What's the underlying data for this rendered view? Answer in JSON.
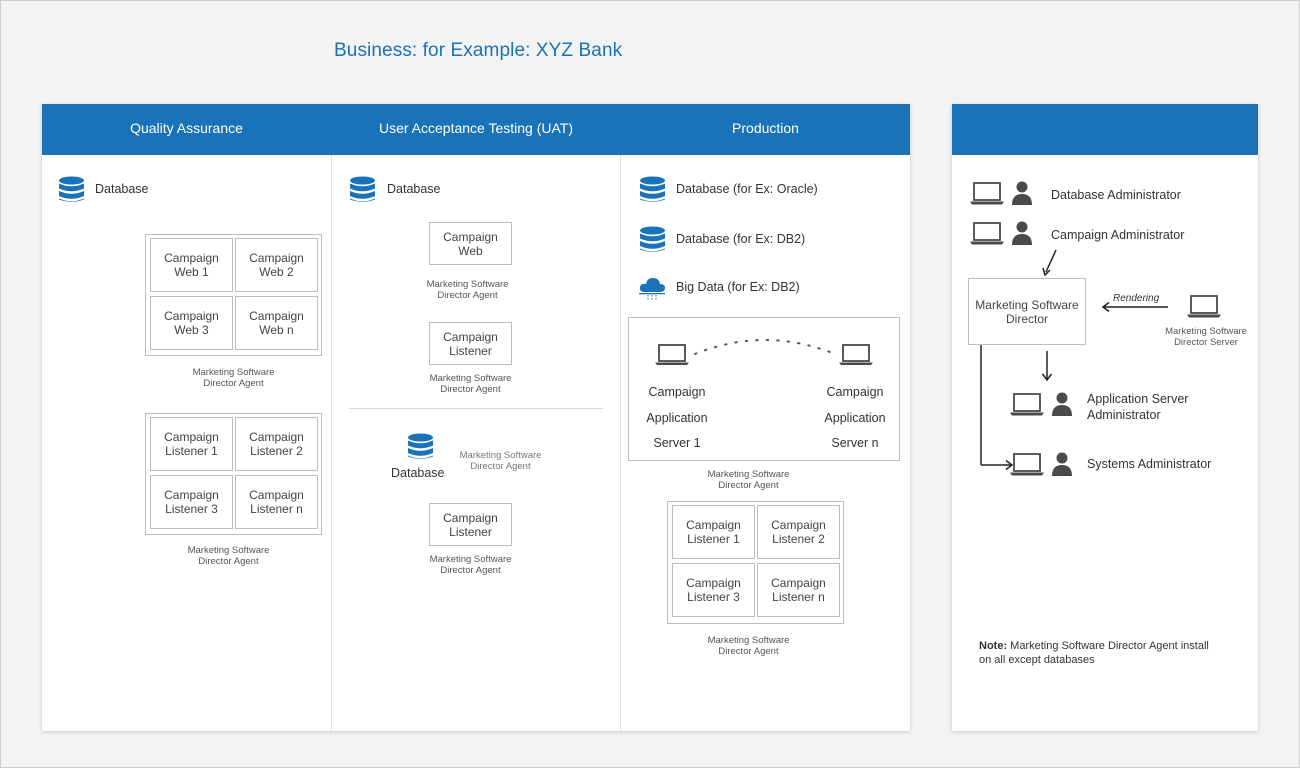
{
  "page_title": "Business: for Example: XYZ Bank",
  "columns": {
    "qa": {
      "header": "Quality Assurance"
    },
    "uat": {
      "header": "User Acceptance Testing (UAT)"
    },
    "prod": {
      "header": "Production"
    }
  },
  "qa": {
    "database": "Database",
    "web_group": {
      "cells": [
        {
          "line1": "Campaign",
          "line2": "Web 1"
        },
        {
          "line1": "Campaign",
          "line2": "Web 2"
        },
        {
          "line1": "Campaign",
          "line2": "Web 3"
        },
        {
          "line1": "Campaign",
          "line2": "Web n"
        }
      ],
      "agent_line1": "Marketing Software",
      "agent_line2": "Director Agent"
    },
    "listener_group": {
      "cells": [
        {
          "line1": "Campaign",
          "line2": "Listener 1"
        },
        {
          "line1": "Campaign",
          "line2": "Listener 2"
        },
        {
          "line1": "Campaign",
          "line2": "Listener 3"
        },
        {
          "line1": "Campaign",
          "line2": "Listener n"
        }
      ],
      "agent_line1": "Marketing Software",
      "agent_line2": "Director Agent"
    }
  },
  "uat": {
    "database": "Database",
    "web_box": {
      "line1": "Campaign",
      "line2": "Web"
    },
    "web_agent": {
      "line1": "Marketing Software",
      "line2": "Director Agent"
    },
    "listener_box": {
      "line1": "Campaign",
      "line2": "Listener"
    },
    "listener_agent": {
      "line1": "Marketing Software",
      "line2": "Director Agent"
    },
    "lower_database": "Database",
    "lower_db_agent": {
      "line1": "Marketing Software",
      "line2": "Director Agent"
    },
    "lower_listener_box": {
      "line1": "Campaign",
      "line2": "Listener"
    },
    "lower_listener_agent": {
      "line1": "Marketing Software",
      "line2": "Director Agent"
    }
  },
  "prod": {
    "db_oracle": "Database (for Ex: Oracle)",
    "db_db2": "Database (for Ex: DB2)",
    "big_data": "Big Data (for Ex: DB2)",
    "app_server_left": {
      "line1": "Campaign",
      "line2": "Application",
      "line3": "Server 1"
    },
    "app_server_right": {
      "line1": "Campaign",
      "line2": "Application",
      "line3": "Server  n"
    },
    "app_agent": {
      "line1": "Marketing Software",
      "line2": "Director Agent"
    },
    "listener_group": {
      "cells": [
        {
          "line1": "Campaign",
          "line2": "Listener 1"
        },
        {
          "line1": "Campaign",
          "line2": "Listener 2"
        },
        {
          "line1": "Campaign",
          "line2": "Listener 3"
        },
        {
          "line1": "Campaign",
          "line2": "Listener n"
        }
      ],
      "agent_line1": "Marketing Software",
      "agent_line2": "Director Agent"
    }
  },
  "side": {
    "db_admin": "Database Administrator",
    "campaign_admin": "Campaign Administrator",
    "director_box": {
      "line1": "Marketing Software",
      "line2": "Director"
    },
    "rendering": "Rendering",
    "director_server": {
      "line1": "Marketing Software",
      "line2": "Director Server"
    },
    "app_server_admin": {
      "line1": "Application Server",
      "line2": "Administrator"
    },
    "systems_admin": "Systems Administrator",
    "note_bold": "Note:",
    "note_line1": " Marketing Software Director Agent install",
    "note_line2": "on all except databases"
  },
  "colors": {
    "brand_blue": "#1a72b8",
    "icon_gray": "#4a4a4a"
  }
}
